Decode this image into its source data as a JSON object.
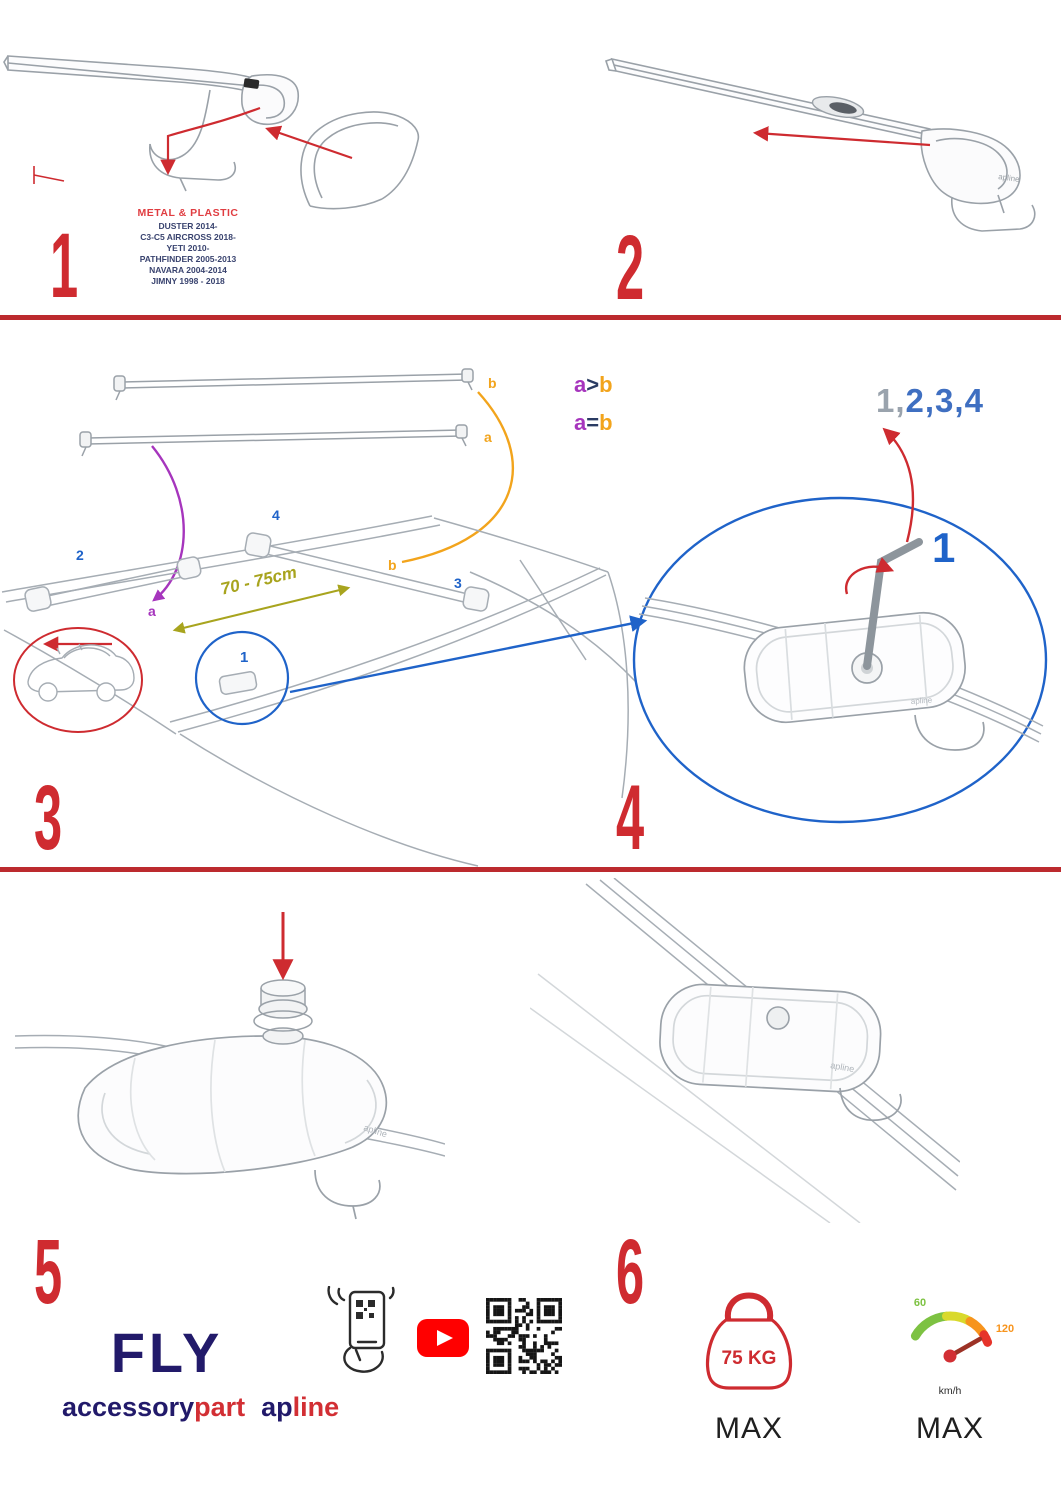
{
  "panel1": {
    "number": "1",
    "material": "METAL & PLASTIC",
    "models": [
      "DUSTER 2014-",
      "C3-C5 AIRCROSS 2018-",
      "YETI 2010-",
      "PATHFINDER 2005-2013",
      "NAVARA 2004-2014",
      "JIMNY 1998 - 2018"
    ]
  },
  "panel2": {
    "number": "2"
  },
  "panel3": {
    "number": "3",
    "labels": {
      "a": "a",
      "b": "b",
      "1": "1",
      "2": "2",
      "3": "3",
      "4": "4"
    },
    "dimension": "70 - 75cm",
    "rules": [
      {
        "a": "a",
        "op": ">",
        "b": "b"
      },
      {
        "a": "a",
        "op": "=",
        "b": "b"
      }
    ]
  },
  "panel4": {
    "number": "4",
    "seq_done": "1,",
    "seq_rest": "2,3,4",
    "step": "1"
  },
  "panel5": {
    "number": "5"
  },
  "panel6": {
    "number": "6"
  },
  "clamp_logo": "apline",
  "footer": {
    "product": "FLY",
    "brand": {
      "accessory": "accessory",
      "part": "part",
      "ap": "ap",
      "line": "line"
    },
    "weight": {
      "value": "75 KG",
      "max": "MAX"
    },
    "speed": {
      "low": "60",
      "high": "120",
      "unit": "km/h",
      "max": "MAX"
    }
  },
  "colors": {
    "red": "#ce2b30",
    "blue": "#1f63c9",
    "purple": "#a635bd",
    "orange": "#f2a41c",
    "navy": "#221a6a",
    "olive": "#a8a41e"
  }
}
